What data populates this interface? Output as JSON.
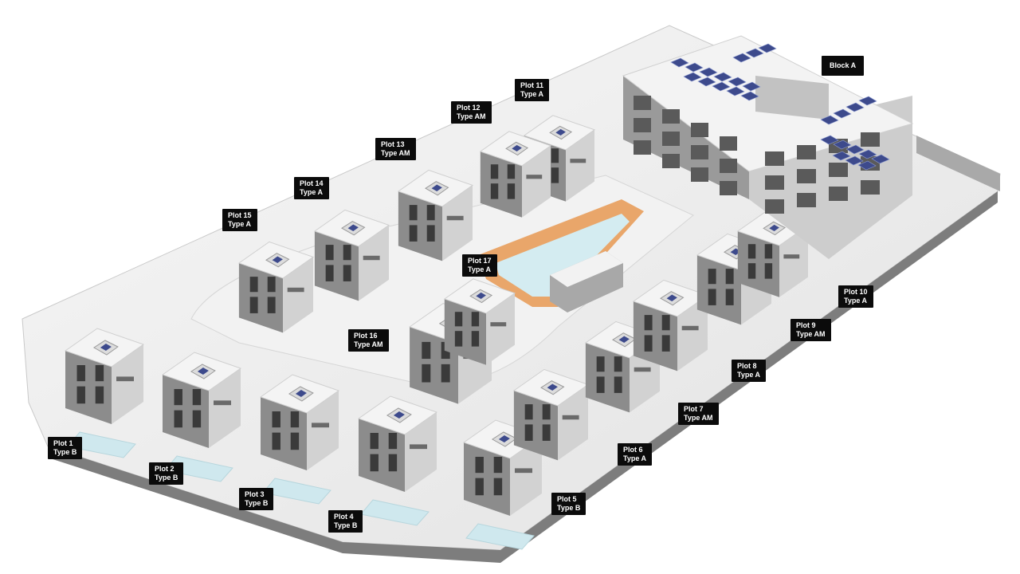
{
  "site": {
    "palette": {
      "roof": "#f4f4f4",
      "wall_light": "#d2d2d2",
      "wall_dark": "#8c8c8c",
      "window": "#3a3a3a",
      "solar": "#3d4a8c",
      "pool": "#cfe8ee",
      "deck": "#e8a86a",
      "ground": "#e9e9e9",
      "label_bg": "#0b0b0b"
    },
    "labels": [
      {
        "id": "plot-1",
        "name": "Plot 1",
        "type": "Type B"
      },
      {
        "id": "plot-2",
        "name": "Plot 2",
        "type": "Type B"
      },
      {
        "id": "plot-3",
        "name": "Plot 3",
        "type": "Type B"
      },
      {
        "id": "plot-4",
        "name": "Plot 4",
        "type": "Type B"
      },
      {
        "id": "plot-5",
        "name": "Plot 5",
        "type": "Type B"
      },
      {
        "id": "plot-6",
        "name": "Plot 6",
        "type": "Type A"
      },
      {
        "id": "plot-7",
        "name": "Plot 7",
        "type": "Type AM"
      },
      {
        "id": "plot-8",
        "name": "Plot 8",
        "type": "Type A"
      },
      {
        "id": "plot-9",
        "name": "Plot 9",
        "type": "Type AM"
      },
      {
        "id": "plot-10",
        "name": "Plot 10",
        "type": "Type A"
      },
      {
        "id": "plot-11",
        "name": "Plot 11",
        "type": "Type A"
      },
      {
        "id": "plot-12",
        "name": "Plot 12",
        "type": "Type AM"
      },
      {
        "id": "plot-13",
        "name": "Plot 13",
        "type": "Type AM"
      },
      {
        "id": "plot-14",
        "name": "Plot 14",
        "type": "Type A"
      },
      {
        "id": "plot-15",
        "name": "Plot 15",
        "type": "Type A"
      },
      {
        "id": "plot-16",
        "name": "Plot 16",
        "type": "Type AM"
      },
      {
        "id": "plot-17",
        "name": "Plot 17",
        "type": "Type A"
      },
      {
        "id": "block-a",
        "name": "Block A",
        "type": ""
      }
    ]
  }
}
